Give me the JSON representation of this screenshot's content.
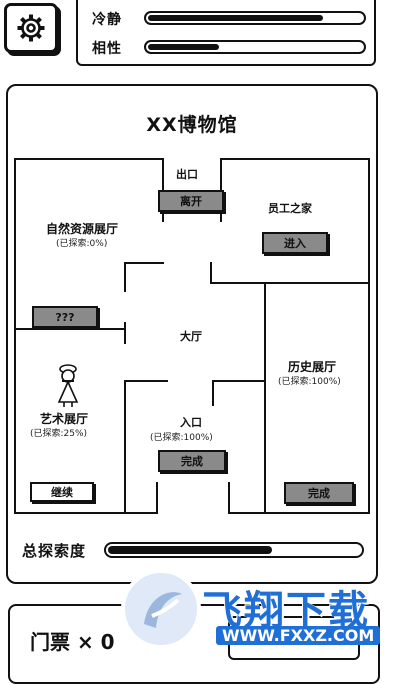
{
  "stats": [
    {
      "label": "冷静",
      "value": 0.82
    },
    {
      "label": "相性",
      "value": 0.33
    }
  ],
  "museum": {
    "title": "XX博物馆",
    "exit_label": "出口",
    "leave_button": "离开",
    "hall_label": "大厅",
    "entrance": {
      "name": "入口",
      "explored": "(已探索:100%)",
      "button": "完成"
    },
    "rooms": {
      "nature": {
        "name": "自然资源展厅",
        "explored": "(已探索:0%)",
        "button": "???"
      },
      "staff": {
        "name": "员工之家",
        "button": "进入"
      },
      "art": {
        "name": "艺术展厅",
        "explored": "(已探索:25%)",
        "button": "继续"
      },
      "history": {
        "name": "历史展厅",
        "explored": "(已探索:100%)",
        "button": "完成"
      }
    },
    "total_label": "总探索度",
    "total_value": 0.65
  },
  "ticket": {
    "label": "门票 × 0"
  },
  "watermark": {
    "brand": "飞翔下载",
    "url": "WWW.FXXZ.COM"
  },
  "icons": {
    "settings": "gear-icon",
    "character": "visitor-figure-icon"
  }
}
